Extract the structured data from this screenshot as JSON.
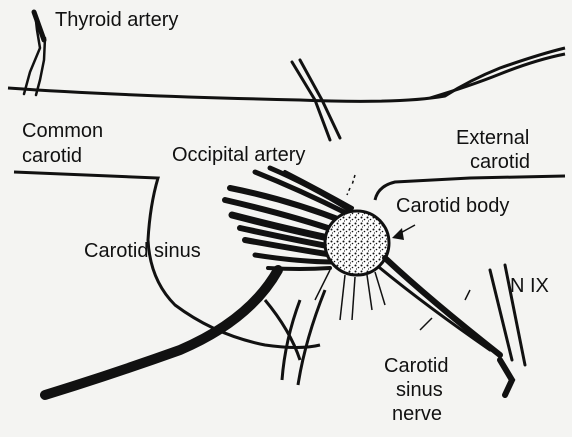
{
  "diagram": {
    "background": "#f4f4f2",
    "ink": "#111111",
    "labels": {
      "thyroid_artery": "Thyroid artery",
      "common_carotid_1": "Common",
      "common_carotid_2": "carotid",
      "occipital_artery": "Occipital artery",
      "external_carotid_1": "External",
      "external_carotid_2": "carotid",
      "carotid_body": "Carotid body",
      "carotid_sinus": "Carotid sinus",
      "nerve_ix": "N IX",
      "carotid_sinus_nerve_1": "Carotid",
      "carotid_sinus_nerve_2": "sinus",
      "carotid_sinus_nerve_3": "nerve"
    }
  }
}
